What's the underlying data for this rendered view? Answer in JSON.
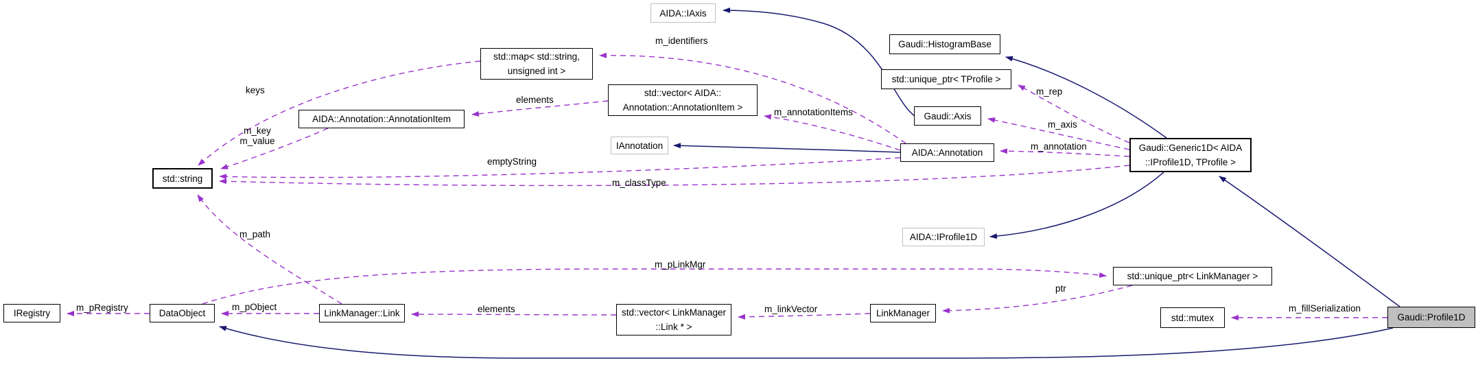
{
  "diagram": {
    "type": "collaboration-graph",
    "colors": {
      "background": "#ffffff",
      "inheritance_edge": "#191970",
      "usage_edge": "#9a32cd",
      "node_border": "#000000",
      "external_node_border": "#bfbfbf",
      "highlight_node_fill": "#bfbfbf",
      "text": "#000000"
    },
    "nodes": [
      {
        "id": "aida-iaxis",
        "label": "AIDA::IAxis",
        "kind": "external"
      },
      {
        "id": "gaudi-histogram-base",
        "label": "Gaudi::HistogramBase",
        "kind": "class"
      },
      {
        "id": "std-unique-ptr-tprofile",
        "label": "std::unique_ptr< TProfile >",
        "kind": "class"
      },
      {
        "id": "gaudi-axis",
        "label": "Gaudi::Axis",
        "kind": "class"
      },
      {
        "id": "aida-annotation",
        "label": "AIDA::Annotation",
        "kind": "class"
      },
      {
        "id": "gaudi-generic1d",
        "label": "Gaudi::Generic1D< AIDA\n::IProfile1D, TProfile >",
        "kind": "class"
      },
      {
        "id": "std-map",
        "label": "std::map< std::string,\nunsigned int >",
        "kind": "class"
      },
      {
        "id": "std-vector-annotation-item",
        "label": "std::vector< AIDA::\nAnnotation::AnnotationItem >",
        "kind": "class"
      },
      {
        "id": "annotation-item",
        "label": "AIDA::Annotation::AnnotationItem",
        "kind": "class"
      },
      {
        "id": "iannotation",
        "label": "IAnnotation",
        "kind": "external"
      },
      {
        "id": "std-string",
        "label": "std::string",
        "kind": "class"
      },
      {
        "id": "aida-iprofile1d",
        "label": "AIDA::IProfile1D",
        "kind": "external"
      },
      {
        "id": "std-unique-ptr-linkmanager",
        "label": "std::unique_ptr< LinkManager >",
        "kind": "class"
      },
      {
        "id": "linkmanager",
        "label": "LinkManager",
        "kind": "class"
      },
      {
        "id": "std-vector-link",
        "label": "std::vector< LinkManager\n::Link * >",
        "kind": "class"
      },
      {
        "id": "linkmanager-link",
        "label": "LinkManager::Link",
        "kind": "class"
      },
      {
        "id": "std-mutex",
        "label": "std::mutex",
        "kind": "class"
      },
      {
        "id": "gaudi-profile1d",
        "label": "Gaudi::Profile1D",
        "kind": "highlight"
      },
      {
        "id": "iregistry",
        "label": "IRegistry",
        "kind": "class"
      },
      {
        "id": "dataobject",
        "label": "DataObject",
        "kind": "class"
      }
    ],
    "edge_labels": [
      {
        "id": "m-identifiers",
        "text": "m_identifiers"
      },
      {
        "id": "keys",
        "text": "keys"
      },
      {
        "id": "elements-top",
        "text": "elements"
      },
      {
        "id": "m-annotationitems",
        "text": "m_annotationItems"
      },
      {
        "id": "m-rep",
        "text": "m_rep"
      },
      {
        "id": "m-axis",
        "text": "m_axis"
      },
      {
        "id": "m-annotation",
        "text": "m_annotation"
      },
      {
        "id": "m-key-m-value",
        "text": "m_key\nm_value"
      },
      {
        "id": "emptystring",
        "text": "emptyString"
      },
      {
        "id": "m-classtype",
        "text": "m_classType"
      },
      {
        "id": "m-path",
        "text": "m_path"
      },
      {
        "id": "m-plinkmgr",
        "text": "m_pLinkMgr"
      },
      {
        "id": "m-pregistry",
        "text": "m_pRegistry"
      },
      {
        "id": "m-pobject",
        "text": "m_pObject"
      },
      {
        "id": "elements-bottom",
        "text": "elements"
      },
      {
        "id": "m-linkvector",
        "text": "m_linkVector"
      },
      {
        "id": "ptr",
        "text": "ptr"
      },
      {
        "id": "m-fillserialization",
        "text": "m_fillSerialization"
      }
    ]
  }
}
